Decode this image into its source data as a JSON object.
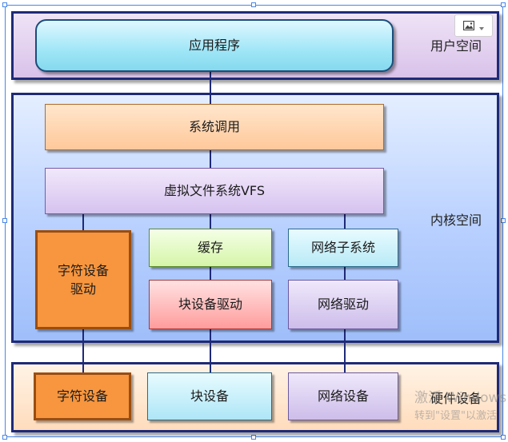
{
  "layers": {
    "user_space": "用户空间",
    "kernel_space": "内核空间",
    "hardware": "硬件设备"
  },
  "boxes": {
    "application": "应用程序",
    "system_call": "系统调用",
    "vfs": "虚拟文件系统VFS",
    "char_driver": "字符设备\n驱动",
    "cache": "缓存",
    "network_subsystem": "网络子系统",
    "block_driver": "块设备驱动",
    "network_driver": "网络驱动",
    "char_device": "字符设备",
    "block_device": "块设备",
    "network_device": "网络设备"
  },
  "watermark": {
    "line1": "激活 Windows",
    "line2": "转到\"设置\"以激活"
  },
  "toolbar": {
    "image_icon": "image-icon",
    "dropdown_icon": "chevron-down-icon"
  }
}
